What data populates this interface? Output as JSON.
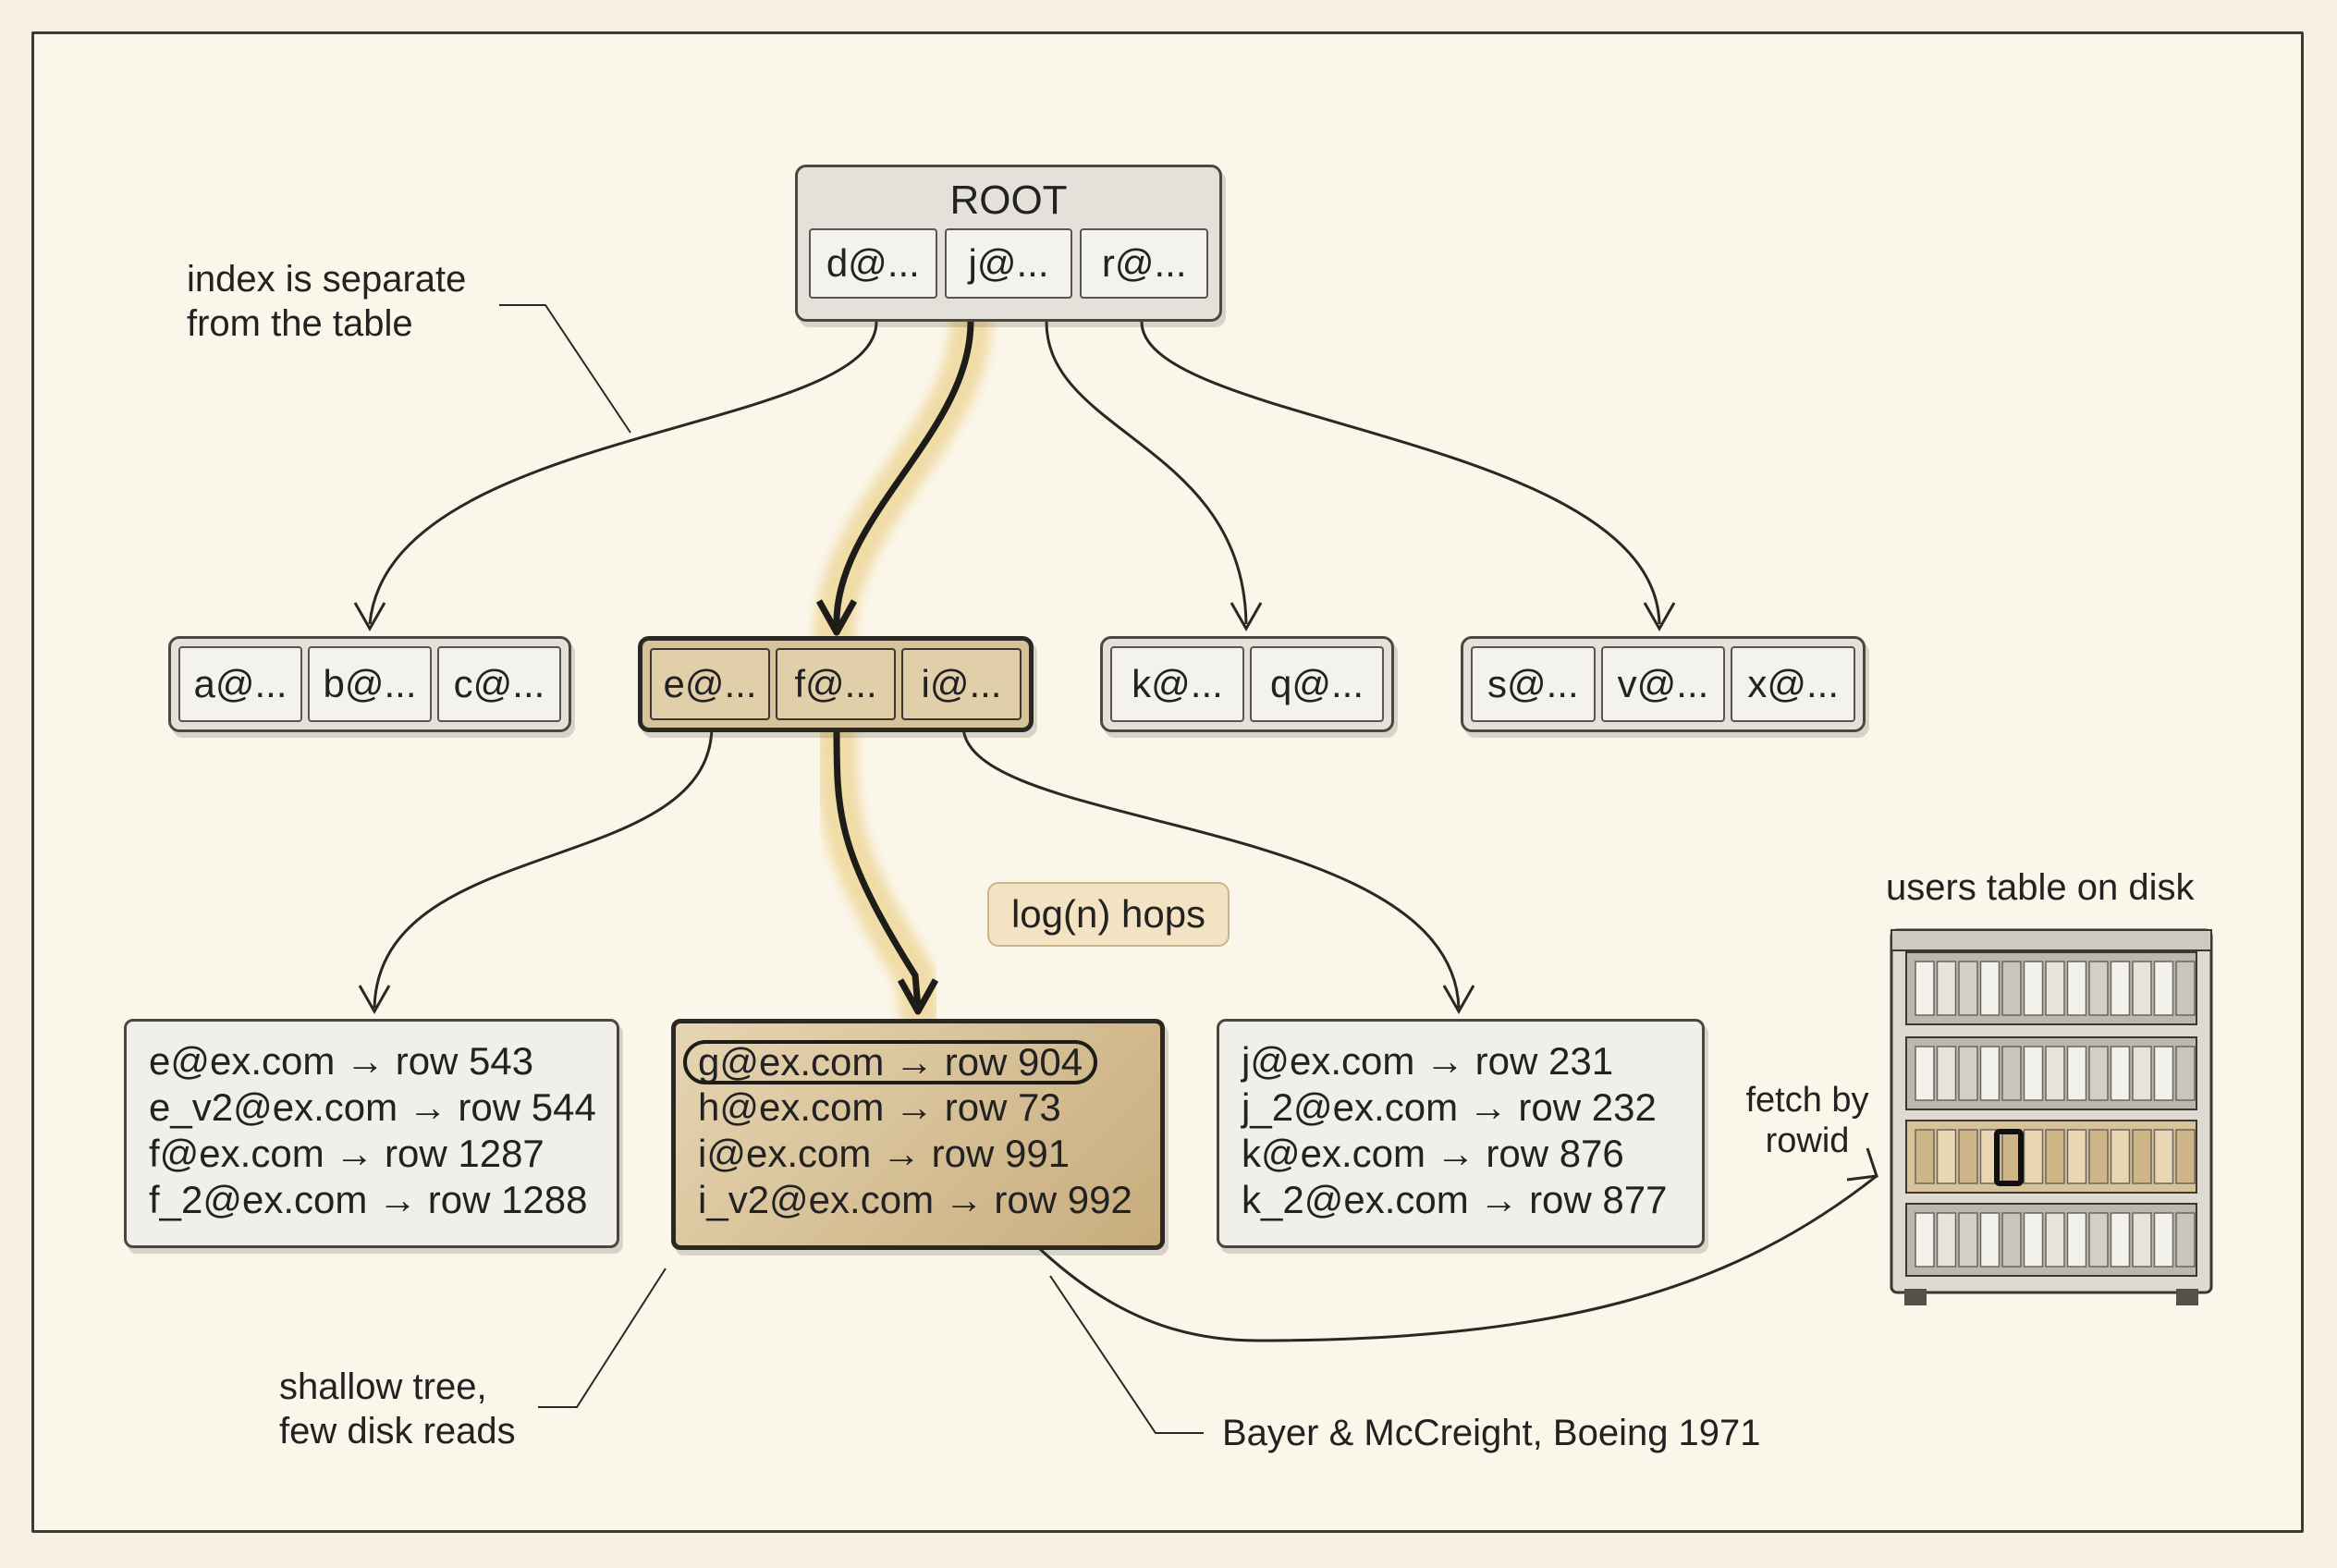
{
  "root": {
    "title": "ROOT",
    "keys": [
      "d@...",
      "j@...",
      "r@..."
    ]
  },
  "internal_nodes": [
    {
      "keys": [
        "a@...",
        "b@...",
        "c@..."
      ]
    },
    {
      "keys": [
        "e@...",
        "f@...",
        "i@..."
      ],
      "on_path": true
    },
    {
      "keys": [
        "k@...",
        "q@..."
      ]
    },
    {
      "keys": [
        "s@...",
        "v@...",
        "x@..."
      ]
    }
  ],
  "leaves": [
    {
      "entries": [
        "e@ex.com → row 543",
        "e_v2@ex.com → row 544",
        "f@ex.com → row 1287",
        "f_2@ex.com → row 1288"
      ]
    },
    {
      "entries": [
        "g@ex.com → row 904",
        "h@ex.com → row 73",
        "i@ex.com → row 991",
        "i_v2@ex.com → row 992"
      ],
      "on_path": true,
      "selected_entry": 0
    },
    {
      "entries": [
        "j@ex.com → row 231",
        "j_2@ex.com → row 232",
        "k@ex.com → row 876",
        "k_2@ex.com → row 877"
      ]
    }
  ],
  "annotations": {
    "index_note": [
      "index is separate",
      "from the table"
    ],
    "hops_badge": "log(n) hops",
    "shallow_note": [
      "shallow tree,",
      "few disk reads"
    ],
    "credit": "Bayer & McCreight, Boeing 1971",
    "disk_title": "users table on disk",
    "fetch_note": [
      "fetch by",
      "rowid"
    ]
  },
  "colors": {
    "background": "#f6f0e3",
    "node_fill": "#e4e1da",
    "path_highlight": "#f0dca6",
    "hot_node": "#d8c29a",
    "ink": "#2b2823"
  },
  "icons": [
    "disk-rack-icon"
  ]
}
